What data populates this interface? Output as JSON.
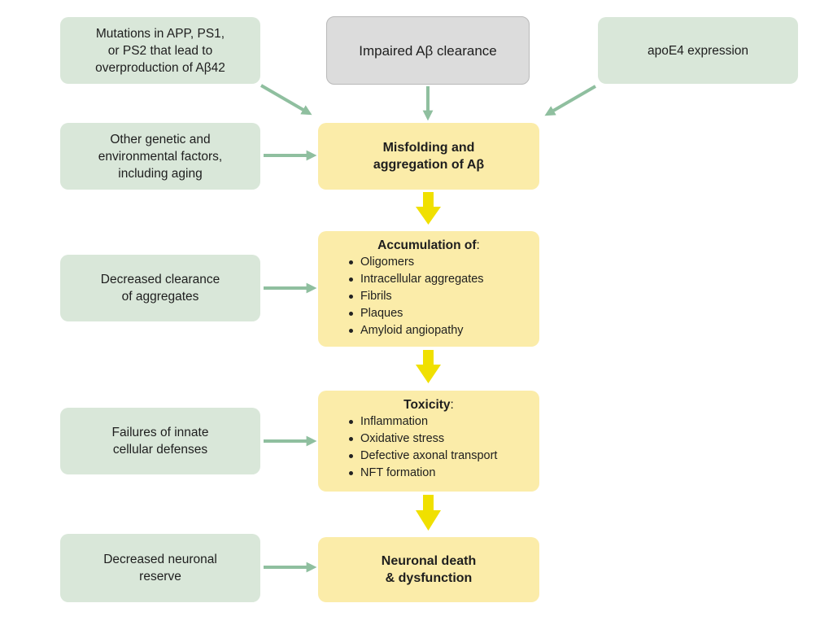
{
  "diagram": {
    "top_center": {
      "text": "Impaired Aβ clearance"
    },
    "top_left": {
      "lines": [
        "Mutations in APP, PS1,",
        "or PS2 that lead to",
        "overproduction of Aβ42"
      ]
    },
    "top_right": {
      "text": "apoE4 expression"
    },
    "factors": {
      "lines": [
        "Other genetic and",
        "environmental factors,",
        "including aging"
      ]
    },
    "misfolding": {
      "lines": [
        "Misfolding and",
        "aggregation of Aβ"
      ]
    },
    "decreased_clearance": {
      "lines": [
        "Decreased clearance",
        "of aggregates"
      ]
    },
    "accumulation": {
      "title": "Accumulation of",
      "colon": ":",
      "items": [
        "Oligomers",
        "Intracellular aggregates",
        "Fibrils",
        "Plaques",
        "Amyloid angiopathy"
      ]
    },
    "failures": {
      "lines": [
        "Failures of innate",
        "cellular defenses"
      ]
    },
    "toxicity": {
      "title": "Toxicity",
      "colon": ":",
      "items": [
        "Inflammation",
        "Oxidative stress",
        "Defective axonal transport",
        "NFT formation"
      ]
    },
    "decreased_reserve": {
      "lines": [
        "Decreased neuronal",
        "reserve"
      ]
    },
    "death": {
      "lines": [
        "Neuronal death",
        "& dysfunction"
      ]
    }
  },
  "colors": {
    "side_box": "#d9e7d9",
    "main_box": "#fbeca9",
    "gray_box": "#dcdcdc",
    "green_arrow": "#8fbf9f",
    "yellow_arrow": "#f0e000"
  }
}
